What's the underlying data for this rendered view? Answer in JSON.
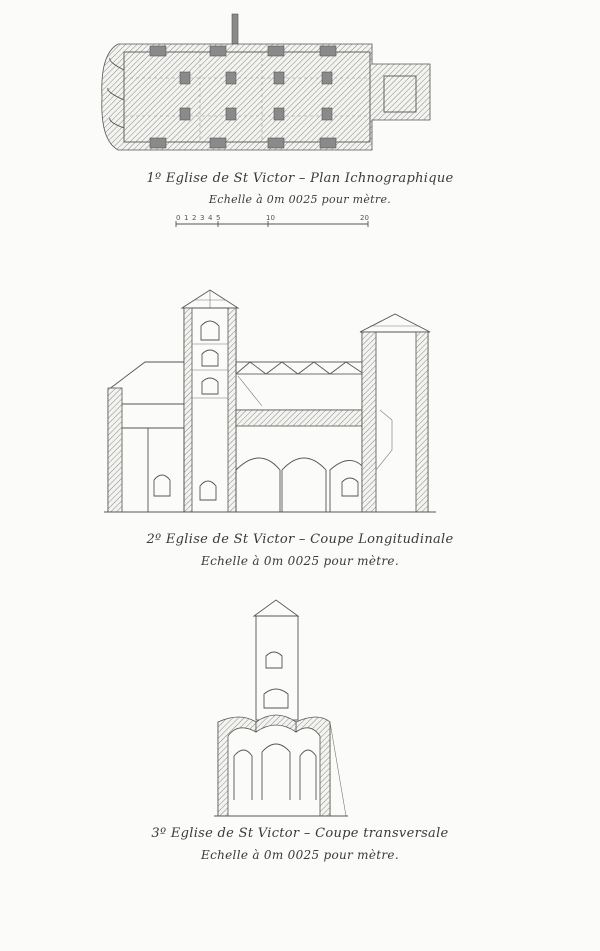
{
  "figures": [
    {
      "caption": "1º Eglise de St Victor – Plan Ichnographique",
      "scale": "Echelle à 0m 0025 pour mètre.",
      "scale_bar_labels": [
        "0",
        "1",
        "2",
        "3",
        "4",
        "5",
        "10",
        "20"
      ]
    },
    {
      "caption": "2º Eglise de St Victor – Coupe Longitudinale",
      "scale": "Echelle à 0m 0025 pour mètre."
    },
    {
      "caption": "3º Eglise de St Victor – Coupe transversale",
      "scale": "Echelle à 0m 0025 pour mètre."
    }
  ]
}
